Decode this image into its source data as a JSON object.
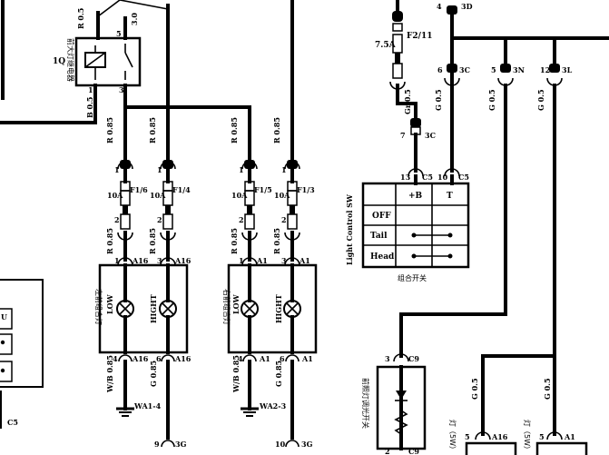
{
  "relay": {
    "id": "1Q",
    "name": "前大灯继电器",
    "pin_top": "5",
    "wire_top_left": "R 0.5",
    "wire_top_right": "3.0",
    "pin_left": "1",
    "pin_right": "3",
    "wire_out": "B 0.5"
  },
  "left_fuses": [
    {
      "wire": "R 0.85",
      "pin_top": "1",
      "amp": "10A",
      "id": "F1/6",
      "pin_bot": "2",
      "wire_bot": "R 0.85",
      "pin_lamp": "1",
      "lamp_pin": "A16"
    },
    {
      "wire": "R 0.85",
      "pin_top": "1",
      "amp": "10A",
      "id": "F1/4",
      "pin_bot": "2",
      "wire_bot": "R 0.85",
      "pin_lamp": "3",
      "lamp_pin": "A16"
    }
  ],
  "right_fuses": [
    {
      "wire": "R 0.85",
      "pin_top": "1",
      "amp": "10A",
      "id": "F1/5",
      "pin_bot": "2",
      "wire_bot": "R 0.85",
      "pin_lamp": "1",
      "lamp_pin": "A1"
    },
    {
      "wire": "R 0.85",
      "pin_top": "1",
      "amp": "10A",
      "id": "F1/3",
      "pin_bot": "2",
      "wire_bot": "R 0.85",
      "pin_lamp": "3",
      "lamp_pin": "A1"
    }
  ],
  "left_lamp": {
    "title": "左前组合灯",
    "low": "LOW",
    "high": "HIGHT",
    "pin_bl": "4",
    "pin_bl_conn": "A16",
    "pin_br": "6",
    "pin_br_conn": "A16",
    "wire_left": "W/B 0.85",
    "wire_right": "G 0.85",
    "ground": "WA1-4",
    "bottom_pin": "9",
    "bottom_conn": "3G"
  },
  "right_lamp": {
    "title": "右前组合灯",
    "low": "LOW",
    "high": "HIGHT",
    "pin_bl": "4",
    "pin_bl_conn": "A1",
    "pin_br": "6",
    "pin_br_conn": "A1",
    "wire_left": "W/B 0.85",
    "wire_right": "G 0.85",
    "ground": "WA2-3",
    "bottom_pin": "10",
    "bottom_conn": "3G"
  },
  "tail_fuse": {
    "amp": "7.5A",
    "id": "F2/11",
    "pin_top": "4",
    "pin_top_conn": "3D",
    "wire": "Gr 0.5",
    "pin_c": "7",
    "pin_c_conn": "3C"
  },
  "switch": {
    "title": "Light Control SW",
    "name": "组合开关",
    "pin_a": "13",
    "pin_a_conn": "C5",
    "pin_b": "10",
    "pin_b_conn": "C5",
    "col_b": "+B",
    "col_t": "T",
    "rows": [
      "OFF",
      "Tail",
      "Head"
    ]
  },
  "right_wires": [
    {
      "pin": "6",
      "conn": "3C",
      "wire": "G 0.5"
    },
    {
      "pin": "5",
      "conn": "3N",
      "wire": "G 0.5"
    },
    {
      "pin": "12",
      "conn": "3L",
      "wire": "G 0.5"
    }
  ],
  "beam_switch": {
    "name": "前照灯调光开关",
    "pin_top": "3",
    "pin_top_conn": "C9",
    "pin_bot": "2",
    "pin_bot_conn": "C9"
  },
  "side_lamps": [
    {
      "label": "灯（5W）",
      "pin": "5",
      "conn": "A16"
    },
    {
      "label": "灯（5W）",
      "pin": "5",
      "conn": "A1"
    }
  ],
  "lower_wires": [
    {
      "wire": "G 0.5"
    },
    {
      "wire": "G 0.5"
    }
  ],
  "left_partial": {
    "label": "U",
    "conn": "C5"
  }
}
